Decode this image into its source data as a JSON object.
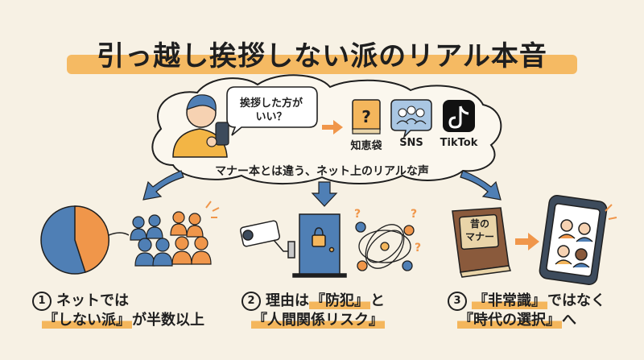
{
  "title": "引っ越し挨拶しない派のリアル本音",
  "bubble": {
    "line1": "挨拶した方が",
    "line2": "いい？"
  },
  "sources": [
    {
      "label": "知恵袋",
      "icon": "question-book-icon"
    },
    {
      "label": "SNS",
      "icon": "people-chat-icon"
    },
    {
      "label": "TikTok",
      "icon": "tiktok-icon"
    }
  ],
  "subtitle": "マナー本とは違う、ネット上のリアルな声",
  "points": [
    {
      "num": "1",
      "line1": "ネットでは",
      "line2_hl": "『しない派』",
      "line2_rest": "が半数以上"
    },
    {
      "num": "2",
      "line1_pre": "理由は",
      "line1_hl": "『防犯』",
      "line1_post": "と",
      "line2_hl": "『人間関係リスク』"
    },
    {
      "num": "3",
      "line1_hl": "『非常識』",
      "line1_post": "ではなく",
      "line2_hl": "『時代の選択』",
      "line2_post": "へ"
    }
  ],
  "book": {
    "line1": "昔の",
    "line2": "マナー"
  },
  "colors": {
    "background": "#f7f1e4",
    "accent": "#f4b65c",
    "orange": "#f0964a",
    "blue": "#4f7fb5"
  }
}
